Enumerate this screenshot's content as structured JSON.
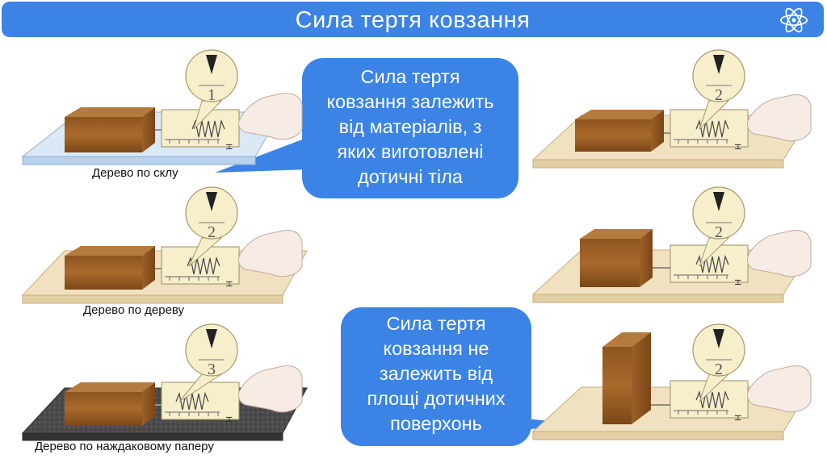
{
  "title": "Сила тертя ковзання",
  "bubbles": {
    "material": "Сила тертя\nковзання залежить\nвід матеріалів, з\nяких виготовлені\nдотичні тіла",
    "area": "Сила тертя\nковзання не\nзалежить від\nплощі дотичних\nповерхонь"
  },
  "captions": {
    "glass": "Дерево по склу",
    "wood": "Дерево по дереву",
    "sandpaper": "Дерево по наждаковому паперу"
  },
  "readings": {
    "glass": "1",
    "wood": "2",
    "sandpaper": "3",
    "right_flat": "2",
    "right_cube": "2",
    "right_edge": "2"
  },
  "dial_unit": "Н",
  "colors": {
    "title_bar": "#3b84e6",
    "bubble": "#3b84e6",
    "wood_board": "#f0e2c0",
    "glass": "#dbe9f7",
    "sandpaper": "#4a4a4a",
    "block": "#9a5e24",
    "dynamometer": "#f7efcc"
  },
  "icons": {
    "title": "atom-icon"
  }
}
